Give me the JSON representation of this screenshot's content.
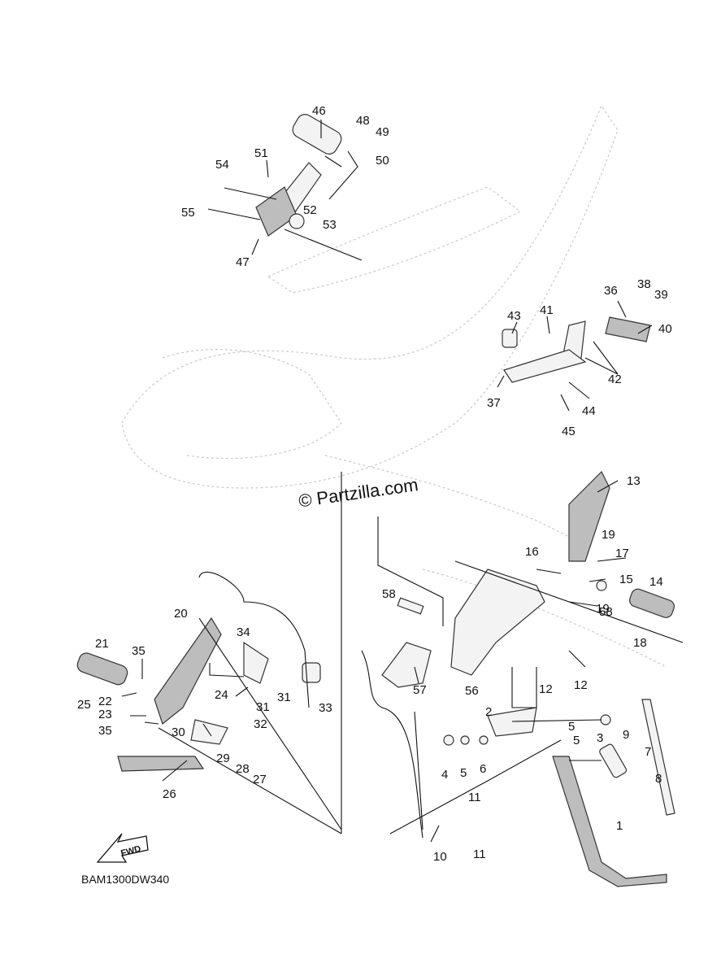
{
  "watermark": "© Partzilla.com",
  "diagram_code": "BAM1300DW340",
  "fwd_label": "FWD",
  "callouts": [
    "46",
    "48",
    "49",
    "50",
    "51",
    "54",
    "55",
    "52",
    "53",
    "47",
    "36",
    "38",
    "39",
    "40",
    "41",
    "43",
    "42",
    "37",
    "44",
    "45",
    "13",
    "19",
    "16",
    "17",
    "15",
    "14",
    "19",
    "18",
    "58",
    "58",
    "56",
    "57",
    "12",
    "12",
    "20",
    "34",
    "21",
    "35",
    "25",
    "22",
    "23",
    "24",
    "31",
    "31",
    "33",
    "32",
    "35",
    "30",
    "29",
    "28",
    "27",
    "26",
    "2",
    "5",
    "9",
    "3",
    "5",
    "7",
    "4",
    "5",
    "6",
    "8",
    "1",
    "11",
    "11",
    "10"
  ]
}
